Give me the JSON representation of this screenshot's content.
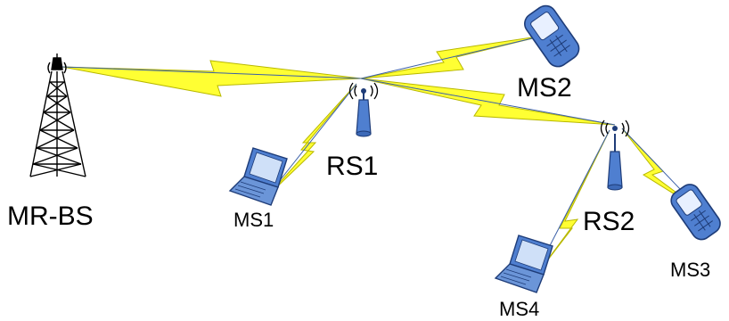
{
  "diagram": {
    "nodes": [
      {
        "id": "mr-bs",
        "label": "MR-BS",
        "kind": "base-station"
      },
      {
        "id": "rs1",
        "label": "RS1",
        "kind": "relay-station"
      },
      {
        "id": "rs2",
        "label": "RS2",
        "kind": "relay-station"
      },
      {
        "id": "ms1",
        "label": "MS1",
        "kind": "laptop"
      },
      {
        "id": "ms2",
        "label": "MS2",
        "kind": "phone"
      },
      {
        "id": "ms3",
        "label": "MS3",
        "kind": "phone"
      },
      {
        "id": "ms4",
        "label": "MS4",
        "kind": "laptop"
      }
    ],
    "links": [
      {
        "from": "mr-bs",
        "to": "rs1"
      },
      {
        "from": "rs1",
        "to": "ms2"
      },
      {
        "from": "rs1",
        "to": "ms1"
      },
      {
        "from": "rs1",
        "to": "rs2"
      },
      {
        "from": "rs2",
        "to": "ms4"
      },
      {
        "from": "rs2",
        "to": "ms3"
      }
    ],
    "colors": {
      "bolt_fill": "#ffff33",
      "bolt_stroke": "#b8b800",
      "link_line": "#3a5fa8",
      "device_blue": "#4f7fd0",
      "device_dark": "#1e3c78",
      "tower": "#000000"
    }
  }
}
